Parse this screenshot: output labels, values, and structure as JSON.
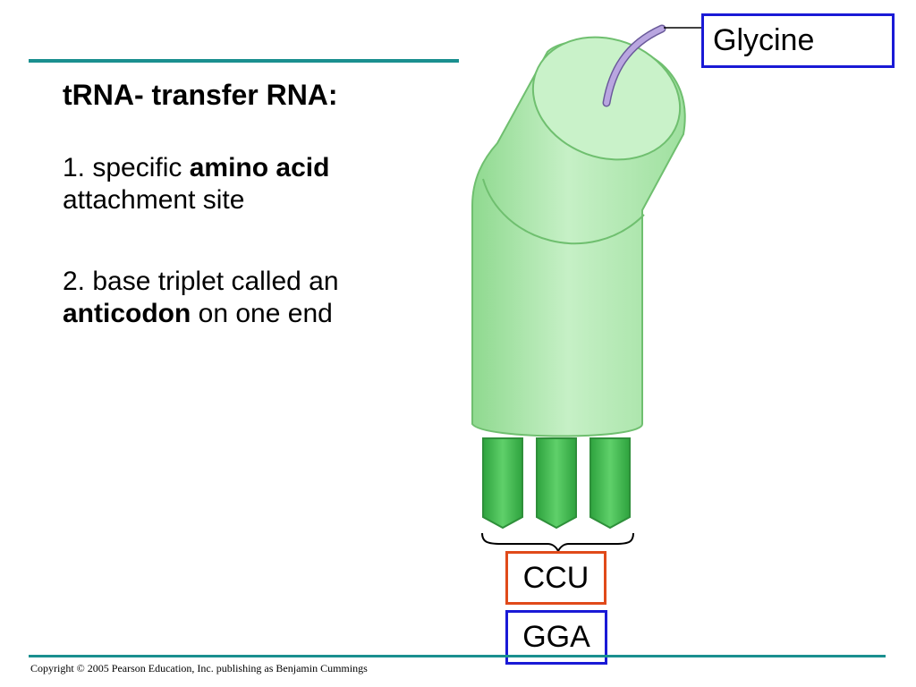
{
  "slide": {
    "title": "tRNA- transfer RNA:",
    "point1": {
      "prefix": "1. specific ",
      "bold": "amino acid",
      "suffix": " attachment site"
    },
    "point2": {
      "prefix": "2. base triplet called an ",
      "bold": "anticodon",
      "suffix": " on one end"
    },
    "copyright": "Copyright © 2005 Pearson Education, Inc. publishing as Benjamin Cummings"
  },
  "diagram": {
    "amino_acid_label": "Glycine",
    "codon_label": "CCU",
    "anticodon_label": "GGA"
  },
  "colors": {
    "accent_rule": "#1a8f8f",
    "trna_body": "#a8e6a8",
    "trna_bases": "#3cb54a",
    "amino_acid_tail": "#b9a6e0",
    "codon_box": "#e04a1a",
    "label_box": "#1a1ad6"
  }
}
